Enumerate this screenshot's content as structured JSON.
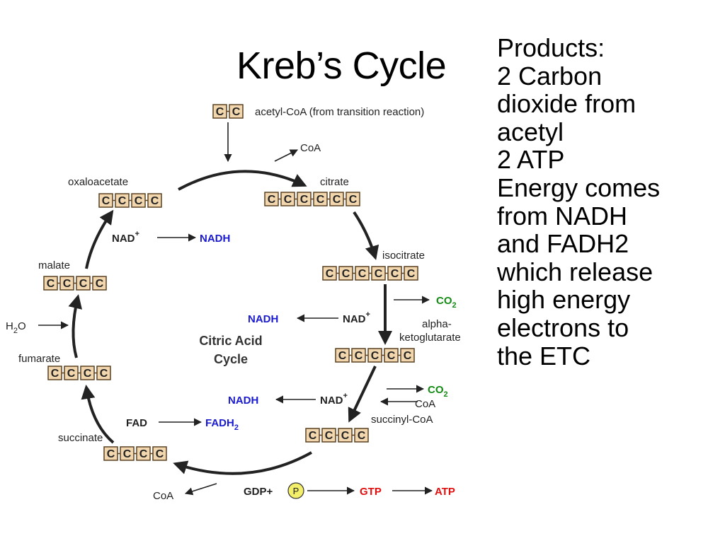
{
  "title": "Kreb’s Cycle",
  "products": {
    "lines": [
      "Products:",
      "2 Carbon",
      "dioxide from",
      "acetyl",
      "2 ATP",
      "Energy comes",
      "from NADH",
      "and FADH2",
      "which release",
      "high energy",
      "electrons to",
      "the ETC"
    ]
  },
  "colors": {
    "carbon_box_fill": "#f2d7ae",
    "carbon_box_stroke": "#5a4020",
    "nadh_blue": "#1a1ad0",
    "co2_green": "#138a13",
    "gtp_red": "#e01010",
    "phosphate_yellow": "#f4ef6a"
  },
  "diagram": {
    "center_label_1": "Citric Acid",
    "center_label_2": "Cycle",
    "carbon_letter": "C",
    "molecules": {
      "acetyl_coa": {
        "label": "acetyl-CoA (from transition reaction)",
        "carbons": 2
      },
      "citrate": {
        "label": "citrate",
        "carbons": 6
      },
      "isocitrate": {
        "label": "isocitrate",
        "carbons": 6
      },
      "alpha_ketoglutarate": {
        "label_1": "alpha-",
        "label_2": "ketoglutarate",
        "carbons": 5
      },
      "succinyl_coa": {
        "label": "succinyl-CoA",
        "carbons": 4
      },
      "succinate": {
        "label": "succinate",
        "carbons": 4
      },
      "fumarate": {
        "label": "fumarate",
        "carbons": 4
      },
      "malate": {
        "label": "malate",
        "carbons": 4
      },
      "oxaloacetate": {
        "label": "oxaloacetate",
        "carbons": 4
      }
    },
    "coa_out_1": "CoA",
    "coa_in": "CoA",
    "coa_out_2": "CoA",
    "co2_1": "CO",
    "co2_2": "CO",
    "co2_sub": "2",
    "nad_1": "NAD",
    "nadh_1": "NADH",
    "nad_2": "NAD",
    "nadh_2": "NADH",
    "nad_3": "NAD",
    "nadh_3": "NADH",
    "nad_sup": "+",
    "fad": "FAD",
    "fadh2": "FADH",
    "fadh2_sub": "2",
    "h2o": "H",
    "h2o_sub": "2",
    "h2o_o": "O",
    "gdp": "GDP+",
    "phosphate": "P",
    "gtp": "GTP",
    "atp": "ATP"
  }
}
